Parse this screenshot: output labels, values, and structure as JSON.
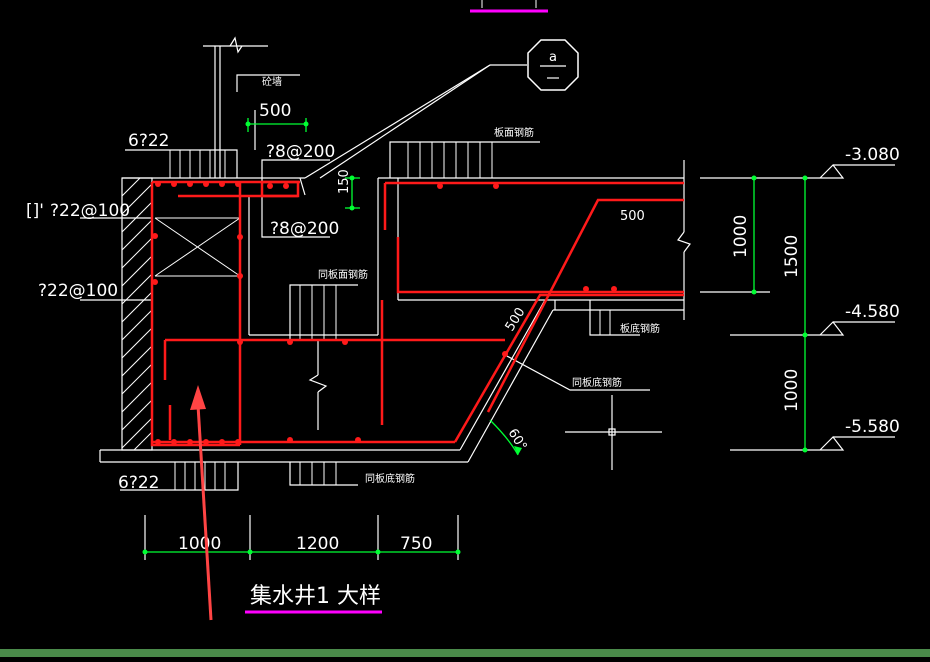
{
  "drawing": {
    "title": "集水井1 大样",
    "detail_marker": "a",
    "colors": {
      "background": "#000000",
      "line": "#ffffff",
      "rebar": "#ff1a1a",
      "dimension": "#00ff33",
      "underline": "#ff00ff",
      "arrow": "#ff4444",
      "status_bar": "#4a8a4a"
    }
  },
  "labels": {
    "wall": "砼墙",
    "top_rebar_ul": "6?22",
    "bottom_rebar_ll": "6?22",
    "rebar_spacing_1": "?22@100",
    "rebar_spacing_2": "?22@100",
    "stirrup_1": "?8@200",
    "stirrup_2": "?8@200",
    "slab_top_rebar": "板面钢筋",
    "slab_bottom_rebar": "板底钢筋",
    "same_slab_top_rebar": "同板面钢筋",
    "same_slab_bottom_rebar_1": "同板底钢筋",
    "same_slab_bottom_rebar_2": "同板底钢筋",
    "left_marker": "[]'",
    "angle": "60°"
  },
  "dimensions": {
    "top_500": "500",
    "thickness_150": "150",
    "anchor_500_a": "500",
    "anchor_500_b": "500",
    "right_1000": "1000",
    "right_1500": "1500",
    "right_1000_b": "1000",
    "bottom_1000": "1000",
    "bottom_1200": "1200",
    "bottom_750": "750"
  },
  "levels": {
    "l1": "-3.080",
    "l2": "-4.580",
    "l3": "-5.580"
  }
}
